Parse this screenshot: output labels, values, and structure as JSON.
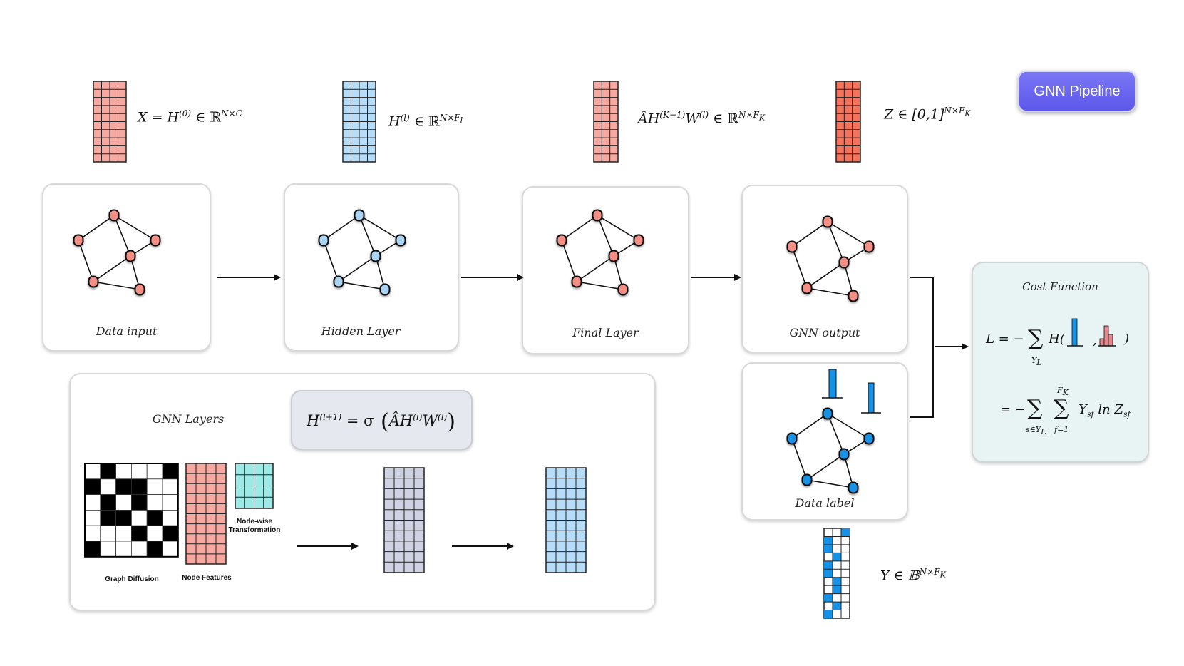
{
  "badge": {
    "label": "GNN Pipeline",
    "color": "#6763ef"
  },
  "colors": {
    "input_red": "#f6a9a0",
    "output_red": "#f5725d",
    "hidden_blue": "#b6dcf7",
    "gray_purple": "#cfd2e2",
    "teal": "#9de9e6",
    "label_blue": "#1592e6",
    "node_red": "#f58f86",
    "node_blue": "#a9d4f3",
    "node_label_blue": "#1592e6"
  },
  "stages": [
    {
      "caption": "Data input",
      "node_style": "red"
    },
    {
      "caption": "Hidden Layer",
      "node_style": "blue"
    },
    {
      "caption": "Final Layer",
      "node_style": "red"
    },
    {
      "caption": "GNN output",
      "node_style": "red"
    }
  ],
  "data_label": {
    "caption": "Data label",
    "node_style": "label-blue"
  },
  "equations": {
    "x": {
      "lhs": "X = H",
      "sup": "(0)",
      "rel": " ∈ ℝ",
      "dim": "N×C"
    },
    "h": {
      "lhs": "H",
      "sup": "(l)",
      "rel": " ∈ ℝ",
      "dim": "N×F",
      "dim_sub": "l"
    },
    "final": {
      "lhs": "ÂH",
      "sup": "(K−1)",
      "mid": "W",
      "sup2": "(l)",
      "rel": " ∈ ℝ",
      "dim": "N×F",
      "dim_sub": "K"
    },
    "z": {
      "lhs": "Z ∈ [0,1]",
      "dim": "N×F",
      "dim_sub": "K"
    },
    "y": {
      "lhs": "Y ∈ 𝔹",
      "dim": "N×F",
      "dim_sub": "K"
    }
  },
  "gnn_layers": {
    "title": "GNN Layers",
    "formula": {
      "lhs": "H",
      "lhs_sup": "(l+1)",
      "eq": " = σ",
      "inner": "ÂH",
      "inner_sup": "(l)",
      "w": "W",
      "w_sup": "(l)"
    },
    "graph_diffusion_label": "Graph Diffusion",
    "node_features_label": "Node Features",
    "node_wise_label_line1": "Node-wise",
    "node_wise_label_line2": "Transformation",
    "adjacency": [
      [
        0,
        1,
        0,
        0,
        0,
        1
      ],
      [
        1,
        0,
        1,
        1,
        0,
        0
      ],
      [
        0,
        1,
        0,
        1,
        0,
        0
      ],
      [
        0,
        1,
        1,
        0,
        1,
        0
      ],
      [
        0,
        0,
        0,
        1,
        0,
        1
      ],
      [
        1,
        0,
        0,
        0,
        1,
        0
      ]
    ]
  },
  "label_matrix": [
    2,
    3,
    3,
    4,
    3,
    0,
    4,
    4,
    3,
    4,
    3
  ],
  "cost_function": {
    "title": "Cost Function",
    "line1_lhs": "L = −",
    "line1_sum_sub": "Y",
    "line1_sum_sub_sub": "L",
    "line1_h": "H(",
    "line1_comma": ",",
    "line1_close": ")",
    "line2_lhs": "= −",
    "line2_sum1_sub": "s∈Y",
    "line2_sum1_sub_sub": "L",
    "line2_sum2_sup": "F",
    "line2_sum2_sup_sub": "K",
    "line2_sum2_sub": "f=1",
    "line2_body_y": "Y",
    "line2_body_y_sub": "sf",
    "line2_ln": "ln Z",
    "line2_ln_sub": "sf"
  }
}
